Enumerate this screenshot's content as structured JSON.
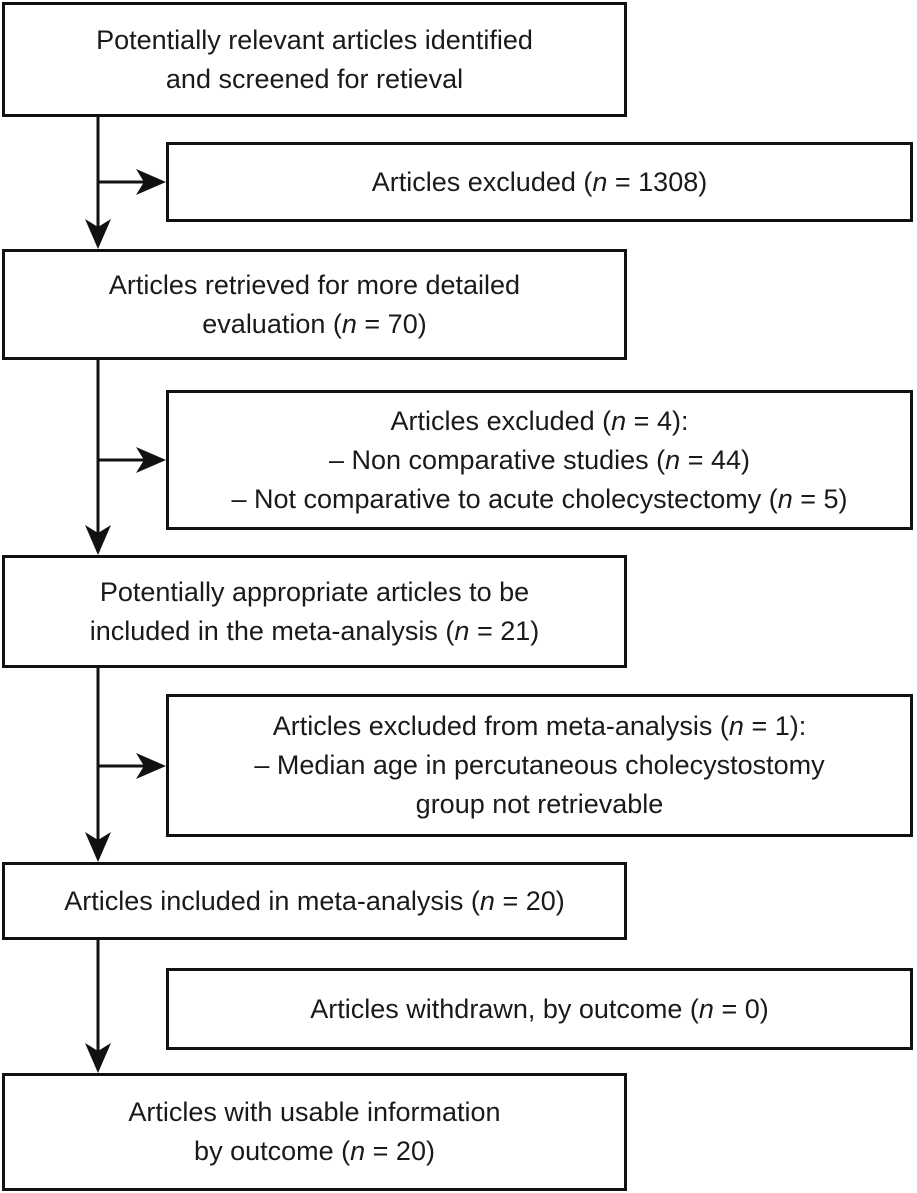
{
  "figure": {
    "type": "flow-diagram",
    "description": "Article selection flow for meta-analysis"
  },
  "colors": {
    "background": "#ffffff",
    "border": "#111111",
    "text": "#1a1a1a",
    "arrow": "#111111"
  },
  "boxes": {
    "identified": {
      "lines": [
        [
          {
            "text": "Potentially relevant articles identified",
            "italic": false
          }
        ],
        [
          {
            "text": "and screened for retieval",
            "italic": false
          }
        ]
      ]
    },
    "excluded_screening": {
      "lines": [
        [
          {
            "text": "Articles excluded (",
            "italic": false
          },
          {
            "text": "n",
            "italic": true
          },
          {
            "text": " = 1308)",
            "italic": false
          }
        ]
      ]
    },
    "retrieved": {
      "lines": [
        [
          {
            "text": "Articles retrieved for more detailed",
            "italic": false
          }
        ],
        [
          {
            "text": "evaluation (",
            "italic": false
          },
          {
            "text": "n",
            "italic": true
          },
          {
            "text": " = 70)",
            "italic": false
          }
        ]
      ]
    },
    "excluded_evaluation": {
      "lines": [
        [
          {
            "text": "Articles excluded (",
            "italic": false
          },
          {
            "text": "n",
            "italic": true
          },
          {
            "text": " = 4):",
            "italic": false
          }
        ],
        [
          {
            "text": "– Non comparative studies (",
            "italic": false
          },
          {
            "text": "n",
            "italic": true
          },
          {
            "text": " = 44)",
            "italic": false
          }
        ],
        [
          {
            "text": "– Not comparative to acute cholecystectomy (",
            "italic": false
          },
          {
            "text": "n",
            "italic": true
          },
          {
            "text": " = 5)",
            "italic": false
          }
        ]
      ]
    },
    "appropriate": {
      "lines": [
        [
          {
            "text": "Potentially appropriate articles to be",
            "italic": false
          }
        ],
        [
          {
            "text": "included in the meta-analysis (",
            "italic": false
          },
          {
            "text": "n",
            "italic": true
          },
          {
            "text": " = 21)",
            "italic": false
          }
        ]
      ]
    },
    "excluded_meta": {
      "lines": [
        [
          {
            "text": "Articles excluded from meta-analysis (",
            "italic": false
          },
          {
            "text": "n",
            "italic": true
          },
          {
            "text": " = 1):",
            "italic": false
          }
        ],
        [
          {
            "text": "– Median age in percutaneous cholecystostomy",
            "italic": false
          }
        ],
        [
          {
            "text": "group not retrievable",
            "italic": false
          }
        ]
      ]
    },
    "included": {
      "lines": [
        [
          {
            "text": "Articles included in meta-analysis (",
            "italic": false
          },
          {
            "text": "n",
            "italic": true
          },
          {
            "text": " = 20)",
            "italic": false
          }
        ]
      ]
    },
    "withdrawn": {
      "lines": [
        [
          {
            "text": "Articles withdrawn, by outcome (",
            "italic": false
          },
          {
            "text": "n",
            "italic": true
          },
          {
            "text": " = 0)",
            "italic": false
          }
        ]
      ]
    },
    "usable": {
      "lines": [
        [
          {
            "text": "Articles with usable information",
            "italic": false
          }
        ],
        [
          {
            "text": "by outcome (",
            "italic": false
          },
          {
            "text": "n",
            "italic": true
          },
          {
            "text": " = 20)",
            "italic": false
          }
        ]
      ]
    }
  }
}
